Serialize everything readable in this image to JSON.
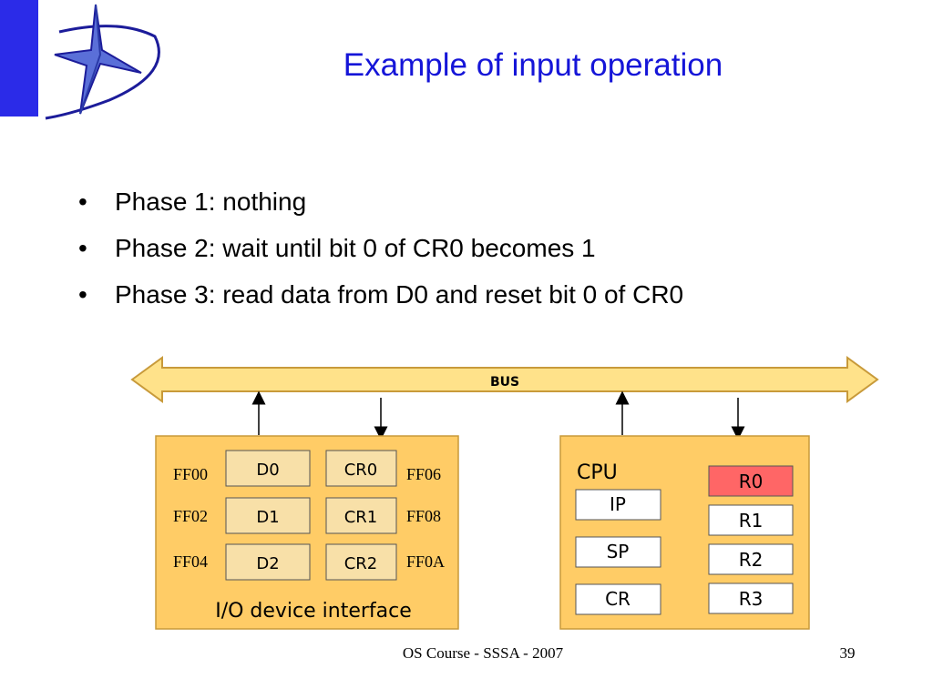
{
  "slide": {
    "title": "Example of input operation",
    "bullets": [
      "Phase 1: nothing",
      "Phase 2: wait until bit 0 of CR0 becomes 1",
      "Phase 3: read data from D0 and reset bit 0 of CR0"
    ],
    "footer": "OS Course - SSSA - 2007",
    "page_number": "39"
  },
  "diagram": {
    "bus_label": "BUS",
    "io_interface": {
      "label": "I/O device interface",
      "data_registers": [
        "D0",
        "D1",
        "D2"
      ],
      "control_registers": [
        "CR0",
        "CR1",
        "CR2"
      ],
      "left_addresses": [
        "FF00",
        "FF02",
        "FF04"
      ],
      "right_addresses": [
        "FF06",
        "FF08",
        "FF0A"
      ]
    },
    "cpu": {
      "label": "CPU",
      "special_registers": [
        "IP",
        "SP",
        "CR"
      ],
      "general_registers": [
        "R0",
        "R1",
        "R2",
        "R3"
      ],
      "highlighted_register": "R0"
    },
    "colors": {
      "title": "#1515d8",
      "sidebar": "#2b2be8",
      "bus_fill": "#ffe28a",
      "panel_fill": "#ffcc66",
      "panel_border": "#c89a3a",
      "register_fill": "#f8e0a8",
      "register_white": "#ffffff",
      "highlight": "#ff6666"
    }
  }
}
